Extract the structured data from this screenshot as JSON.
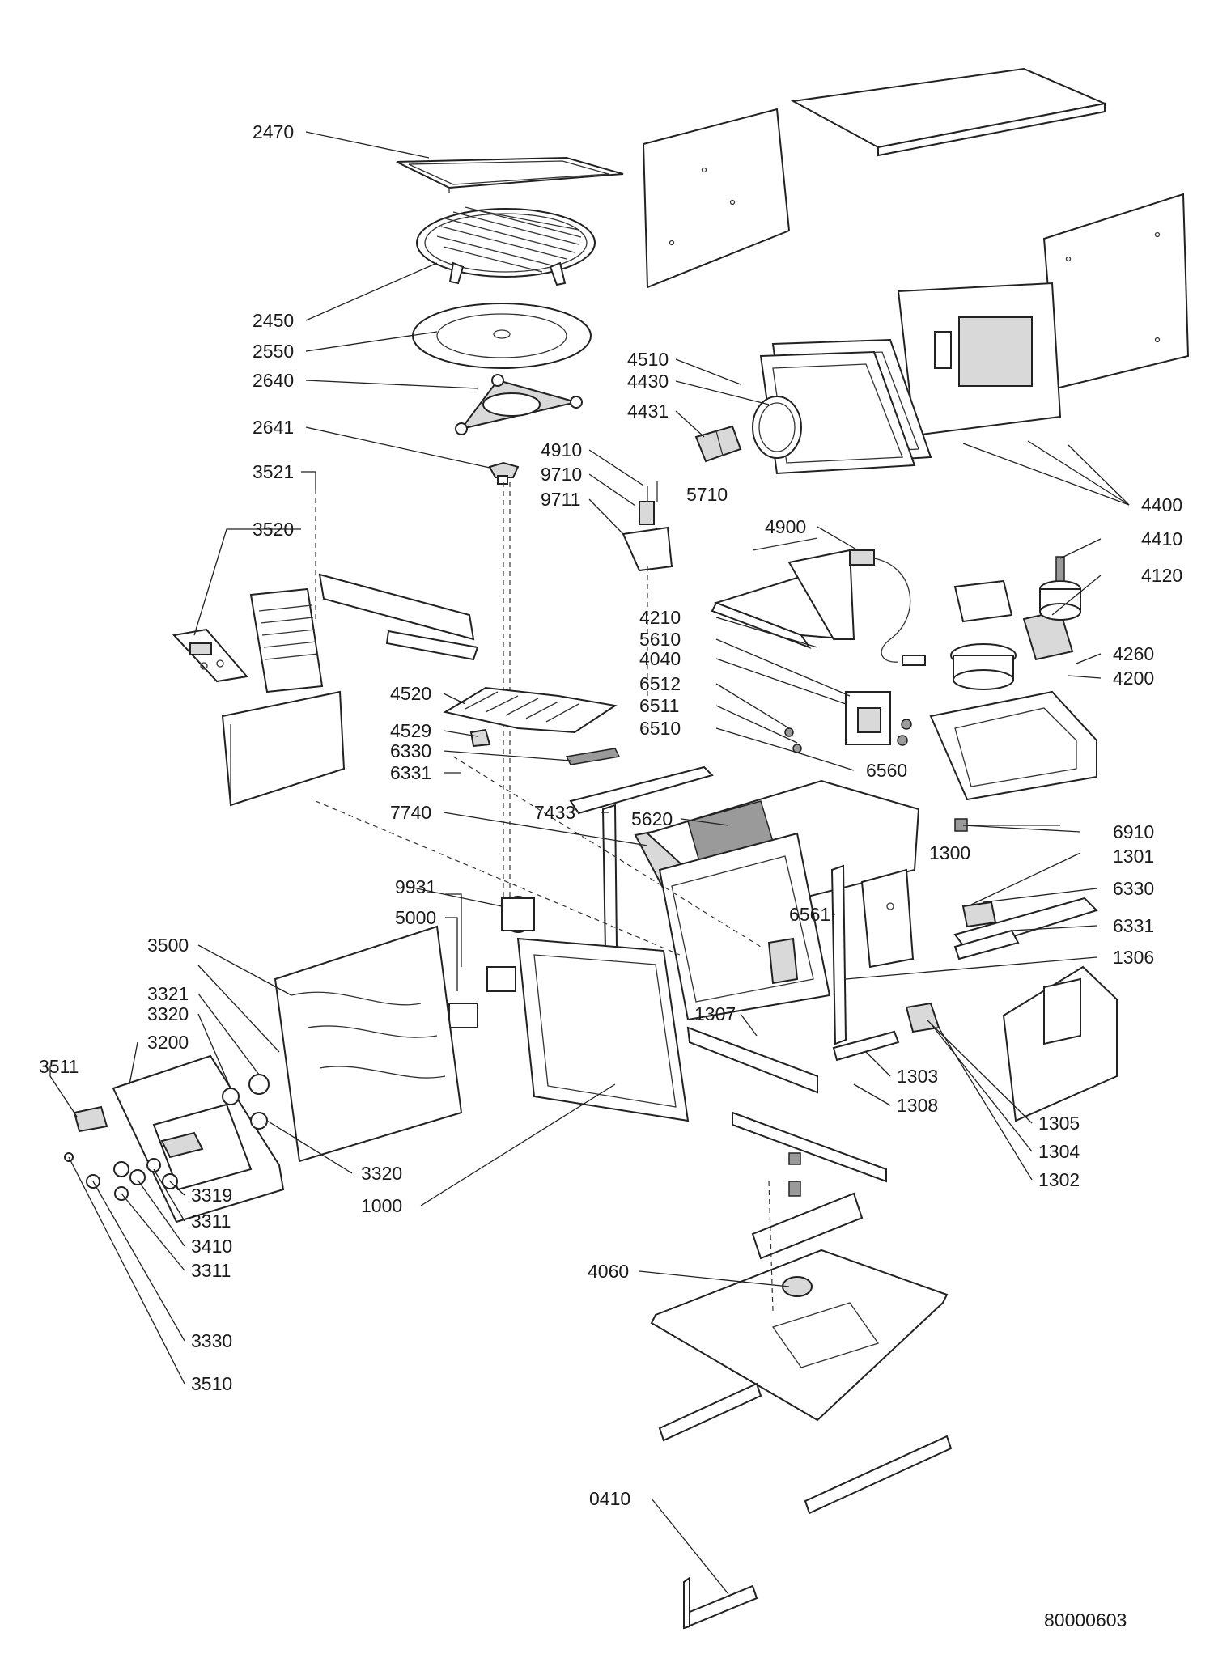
{
  "drawing_number": "80000603",
  "callouts": [
    {
      "id": "2470",
      "text": "2470"
    },
    {
      "id": "2450",
      "text": "2450"
    },
    {
      "id": "2550",
      "text": "2550"
    },
    {
      "id": "2640",
      "text": "2640"
    },
    {
      "id": "2641",
      "text": "2641"
    },
    {
      "id": "3521",
      "text": "3521"
    },
    {
      "id": "3520",
      "text": "3520"
    },
    {
      "id": "4510",
      "text": "4510"
    },
    {
      "id": "4430",
      "text": "4430"
    },
    {
      "id": "4431",
      "text": "4431"
    },
    {
      "id": "4910",
      "text": "4910"
    },
    {
      "id": "9710",
      "text": "9710"
    },
    {
      "id": "9711",
      "text": "9711"
    },
    {
      "id": "5710",
      "text": "5710"
    },
    {
      "id": "4900",
      "text": "4900"
    },
    {
      "id": "4400",
      "text": "4400"
    },
    {
      "id": "4410",
      "text": "4410"
    },
    {
      "id": "4120",
      "text": "4120"
    },
    {
      "id": "4210",
      "text": "4210"
    },
    {
      "id": "5610",
      "text": "5610"
    },
    {
      "id": "4040",
      "text": "4040"
    },
    {
      "id": "6512",
      "text": "6512"
    },
    {
      "id": "6511",
      "text": "6511"
    },
    {
      "id": "6510",
      "text": "6510"
    },
    {
      "id": "4260",
      "text": "4260"
    },
    {
      "id": "4200",
      "text": "4200"
    },
    {
      "id": "4520",
      "text": "4520"
    },
    {
      "id": "4529",
      "text": "4529"
    },
    {
      "id": "6330a",
      "text": "6330"
    },
    {
      "id": "6331a",
      "text": "6331"
    },
    {
      "id": "6560",
      "text": "6560"
    },
    {
      "id": "7740",
      "text": "7740"
    },
    {
      "id": "7433",
      "text": "7433"
    },
    {
      "id": "5620",
      "text": "5620"
    },
    {
      "id": "6910",
      "text": "6910"
    },
    {
      "id": "1300",
      "text": "1300"
    },
    {
      "id": "1301",
      "text": "1301"
    },
    {
      "id": "6330b",
      "text": "6330"
    },
    {
      "id": "6331b",
      "text": "6331"
    },
    {
      "id": "1306",
      "text": "1306"
    },
    {
      "id": "9931",
      "text": "9931"
    },
    {
      "id": "5000",
      "text": "5000"
    },
    {
      "id": "6561",
      "text": "6561"
    },
    {
      "id": "3500",
      "text": "3500"
    },
    {
      "id": "3321",
      "text": "3321"
    },
    {
      "id": "3320a",
      "text": "3320"
    },
    {
      "id": "3200",
      "text": "3200"
    },
    {
      "id": "3511",
      "text": "3511"
    },
    {
      "id": "1307",
      "text": "1307"
    },
    {
      "id": "1303",
      "text": "1303"
    },
    {
      "id": "1308",
      "text": "1308"
    },
    {
      "id": "1305",
      "text": "1305"
    },
    {
      "id": "1304",
      "text": "1304"
    },
    {
      "id": "1302",
      "text": "1302"
    },
    {
      "id": "3320b",
      "text": "3320"
    },
    {
      "id": "1000",
      "text": "1000"
    },
    {
      "id": "3319",
      "text": "3319"
    },
    {
      "id": "3311a",
      "text": "3311"
    },
    {
      "id": "3410",
      "text": "3410"
    },
    {
      "id": "3311b",
      "text": "3311"
    },
    {
      "id": "4060",
      "text": "4060"
    },
    {
      "id": "3330",
      "text": "3330"
    },
    {
      "id": "3510",
      "text": "3510"
    },
    {
      "id": "0410",
      "text": "0410"
    }
  ]
}
